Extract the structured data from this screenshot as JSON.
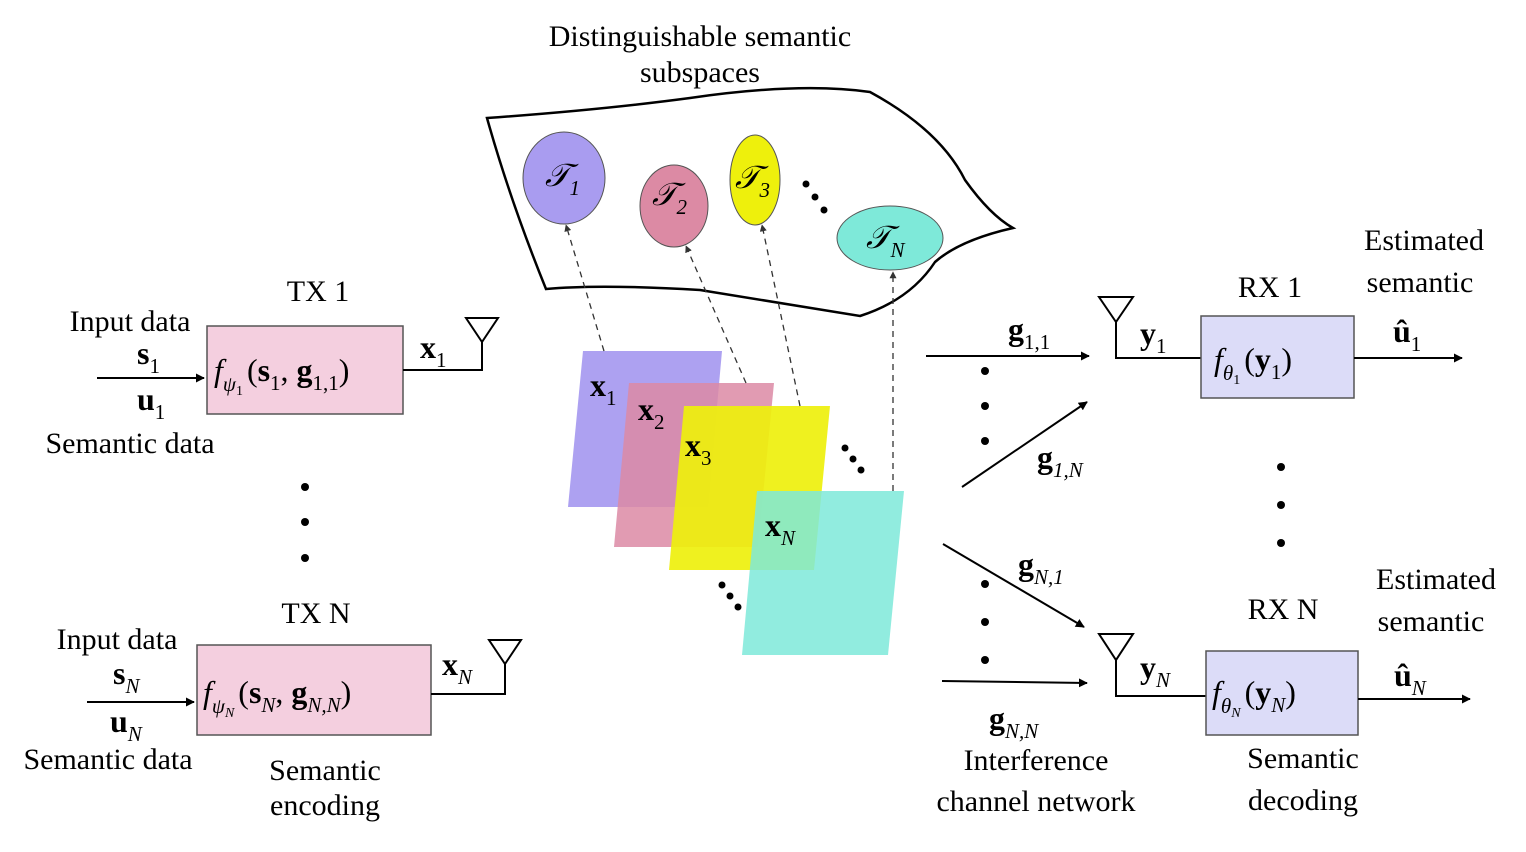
{
  "region": {
    "title_line1": "Distinguishable semantic",
    "title_line2": "subspaces",
    "subspaces": [
      {
        "sym": "𝒯",
        "sub": "1",
        "color": "#a99cf0"
      },
      {
        "sym": "𝒯",
        "sub": "2",
        "color": "#dc8aa4"
      },
      {
        "sym": "𝒯",
        "sub": "3",
        "color": "#eef00c"
      },
      {
        "sym": "𝒯",
        "sub": "N",
        "color": "#7ee9d9"
      }
    ]
  },
  "tx1": {
    "title": "TX 1",
    "input_label": "Input data",
    "input_sym": "s",
    "input_sub": "1",
    "sem_sym": "u",
    "sem_sub": "1",
    "sem_label": "Semantic data",
    "f": "f",
    "f_sub": "ψ",
    "f_subsub": "1",
    "arg_s": "s",
    "arg_s_sub": "1",
    "arg_g": "g",
    "arg_g_sub": "1,1",
    "out_sym": "x",
    "out_sub": "1"
  },
  "txN": {
    "title": "TX N",
    "input_label": "Input data",
    "input_sym": "s",
    "input_sub": "N",
    "sem_sym": "u",
    "sem_sub": "N",
    "sem_label": "Semantic data",
    "f": "f",
    "f_sub": "ψ",
    "f_subsub": "N",
    "arg_s": "s",
    "arg_s_sub": "N",
    "arg_g": "g",
    "arg_g_sub": "N,N",
    "out_sym": "x",
    "out_sub": "N",
    "caption_line1": "Semantic",
    "caption_line2": "encoding"
  },
  "signals": [
    {
      "sym": "x",
      "sub": "1",
      "color": "#a99cf0"
    },
    {
      "sym": "x",
      "sub": "2",
      "color": "#dc8aa4"
    },
    {
      "sym": "x",
      "sub": "3",
      "color": "#eef00c"
    },
    {
      "sym": "x",
      "sub": "N",
      "color": "#7ee9d9"
    }
  ],
  "channel": {
    "g11": {
      "sym": "g",
      "sub": "1,1"
    },
    "g1N": {
      "sym": "g",
      "sub": "1,N"
    },
    "gN1": {
      "sym": "g",
      "sub": "N,1"
    },
    "gNN": {
      "sym": "g",
      "sub": "N,N"
    },
    "caption_line1": "Interference",
    "caption_line2": "channel network"
  },
  "rx1": {
    "title": "RX 1",
    "in_sym": "y",
    "in_sub": "1",
    "f": "f",
    "f_sub": "θ",
    "f_subsub": "1",
    "arg": "y",
    "arg_sub": "1",
    "est_line1": "Estimated",
    "est_line2": "semantic",
    "out_sym": "û",
    "out_sub": "1"
  },
  "rxN": {
    "title": "RX N",
    "in_sym": "y",
    "in_sub": "N",
    "f": "f",
    "f_sub": "θ",
    "f_subsub": "N",
    "arg": "y",
    "arg_sub": "N",
    "est_line1": "Estimated",
    "est_line2": "semantic",
    "out_sym": "û",
    "out_sub": "N",
    "caption_line1": "Semantic",
    "caption_line2": "decoding"
  }
}
